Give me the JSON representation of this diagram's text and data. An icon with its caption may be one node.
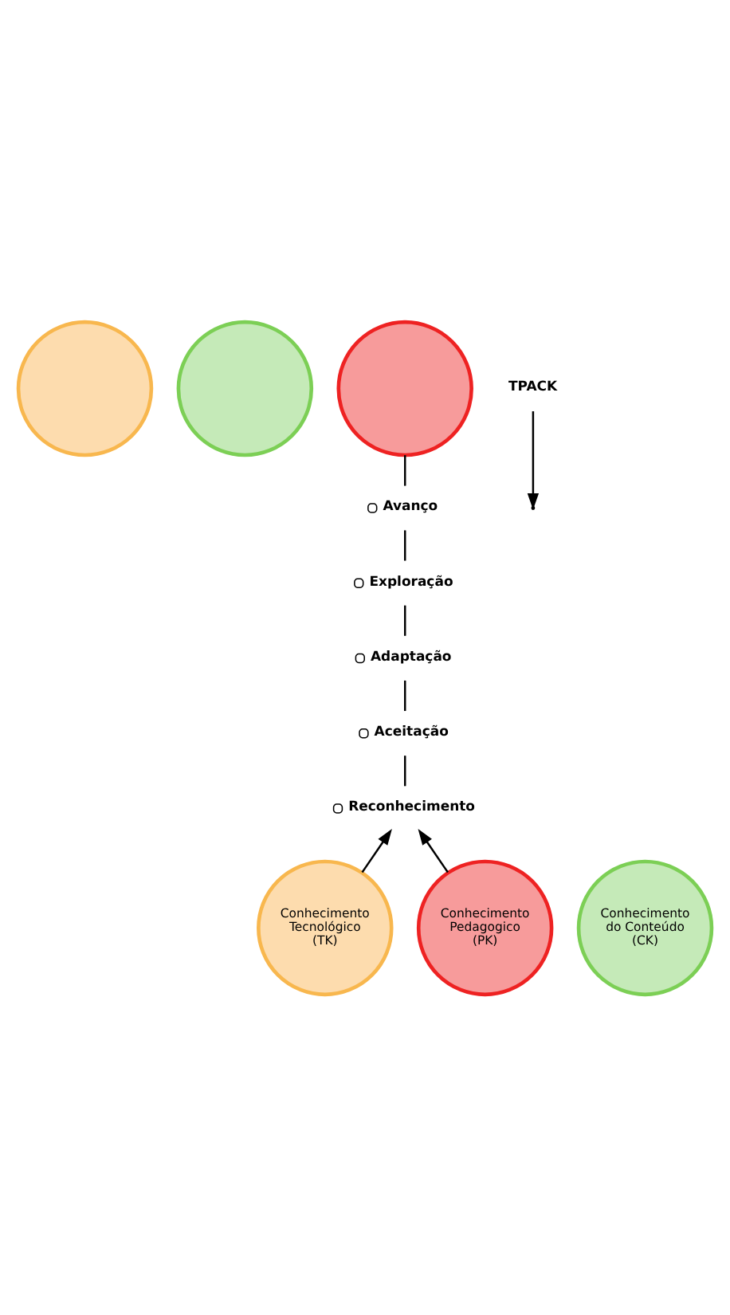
{
  "diagram": {
    "nodes": [
      {
        "text": [],
        "shape": "circle"
      },
      {
        "text": [],
        "shape": "circle"
      },
      {
        "text": [],
        "shape": "circle"
      },
      {
        "text": [
          "TPACK"
        ]
      },
      {
        "text": [
          "Avanço"
        ]
      },
      {
        "text": [
          "Exploração"
        ]
      },
      {
        "text": [
          "Adaptação"
        ]
      },
      {
        "text": [
          "Aceitação"
        ]
      },
      {
        "text": [
          "Reconhecimento"
        ]
      },
      {
        "text": [
          "Conhecimento Tecnológico (TK)"
        ]
      },
      {
        "text": [
          "Conhecimento do Conteúdo (CK)"
        ]
      },
      {
        "text": [
          "Conhecimento Pedagogico (PK)"
        ]
      }
    ],
    "edges": [
      {
        "from": 3,
        "to": null,
        "arrow": "to"
      },
      {
        "from": 2,
        "to": 4,
        "arrow": "none"
      },
      {
        "from": 4,
        "to": 5,
        "arrow": "none"
      },
      {
        "from": 5,
        "to": 6,
        "arrow": "none"
      },
      {
        "from": 6,
        "to": 7,
        "arrow": "none"
      },
      {
        "from": 7,
        "to": 8,
        "arrow": "none"
      },
      {
        "from": 9,
        "to": 8,
        "arrow": "to"
      },
      {
        "from": 11,
        "to": 8,
        "arrow": "to"
      }
    ]
  }
}
